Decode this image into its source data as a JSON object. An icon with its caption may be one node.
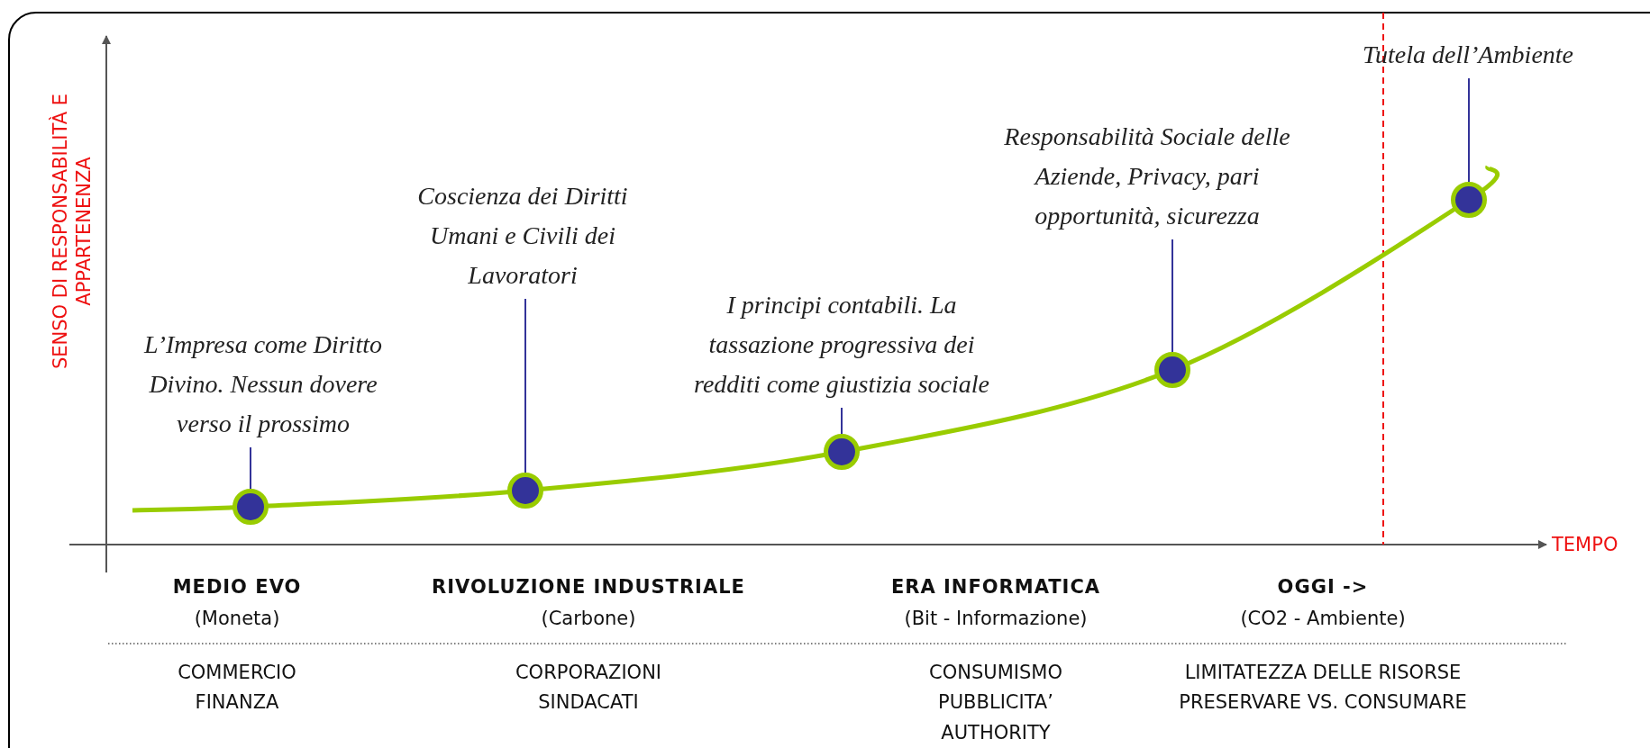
{
  "diagram": {
    "nodes": [
      {
        "text": [
          "L’Impresa come Diritto Divino. Nessun dovere verso il prossimo"
        ]
      },
      {
        "text": [
          "Coscienza dei Diritti Umani e Civili dei Lavoratori"
        ]
      },
      {
        "text": [
          "I principi contabili. La tassazione progressiva dei redditi come giustizia sociale"
        ]
      },
      {
        "text": [
          "Responsabilità Sociale delle Aziende, Privacy, pari opportunità, sicurezza"
        ]
      },
      {
        "text": [
          "Tutela dell’Ambiente"
        ]
      },
      {
        "text": [],
        "shape": "circle"
      },
      {
        "text": [],
        "shape": "circle"
      },
      {
        "text": [],
        "shape": "circle"
      },
      {
        "text": [],
        "shape": "circle"
      },
      {
        "text": [],
        "shape": "circle"
      }
    ],
    "edges": [
      {
        "from": 0,
        "to": 5,
        "arrow": "none"
      },
      {
        "from": 1,
        "to": 6,
        "arrow": "none"
      },
      {
        "from": 2,
        "to": 7,
        "arrow": "none"
      },
      {
        "from": 3,
        "to": 8,
        "arrow": "none"
      },
      {
        "from": 4,
        "to": 9,
        "arrow": "none"
      }
    ],
    "labels": [
      "SENSO DI RESPONSABILITÀ E APPARTENENZA",
      "TEMPO",
      "MEDIO EVO",
      "RIVOLUZIONE INDUSTRIALE",
      "ERA INFORMATICA",
      "OGGI ->",
      "(Moneta)",
      "(Carbone)",
      "(Bit - Informazione)",
      "(CO2 - Ambiente)",
      "COMMERCIO",
      "CORPORAZIONI",
      "CONSUMISMO",
      "LIMITATEZZA DELLE RISORSE",
      "FINANZA",
      "SINDACATI",
      "PUBBLICITA’",
      "PRESERVARE VS. CONSUMARE",
      "AUTHORITY"
    ]
  }
}
